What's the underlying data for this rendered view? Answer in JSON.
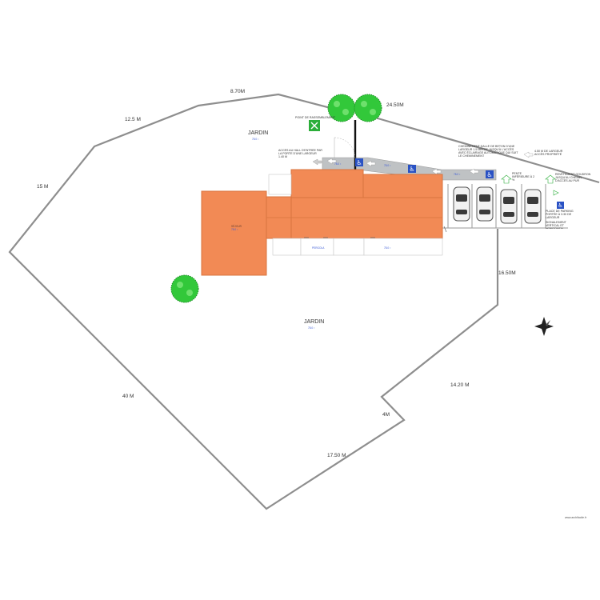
{
  "dimensions": {
    "d1": "8.70M",
    "d2": "12.5 M",
    "d3": "24.50M",
    "d4": "15 M",
    "d5": "16.50M",
    "d6": "40 M",
    "d7": "14.20 M",
    "d8": "4M",
    "d9": "17.50 M"
  },
  "zones": {
    "garden_top": "JARDIN",
    "garden_top_area": "78.0 ²",
    "garden_bottom": "JARDIN",
    "garden_bottom_area": "78.0 ²",
    "main_room": "SÉJOUR",
    "main_room_area": "78.0 ²",
    "room_a": "PERGOLA",
    "room_b": "78.0 ²",
    "path_a": "78.0 ²",
    "path_b": "78.0 ²",
    "path_c": "78.0 ²"
  },
  "notes": {
    "assembly_point": "POINT DE RASSEMBLEMENT",
    "hall_access": "ACCÈS AU HALL D'ENTRÉE PAR LA PORTE D'UNE LARGEUR 1.40 M",
    "ramp": "CHEMINEMENT DALLÉ DE BÉTON D'UNE LARGEUR 1.5 MÈTRE JUSQU'À L'ACCÈS AVEC ÉCLAIRAGE AUTOMATIQUE QUI SUIT LE CHEMINEMENT",
    "width_access": "4.50 M DE LARGEUR ACCÈS PROPRIÉTÉ",
    "slope": "PENTE INFÉRIEURE À 2 %",
    "parking_note": "REVÊTEMENT GOUDRON JUSQU'AU CHEMIN D'ACCÈS AU PUR",
    "parking_width": "PLACE DE PARKING PORTÉE À 3.30 DE LARGEUR",
    "signage": "SIGNALEMENT VERTICAL ET HORIZONTAL"
  },
  "footer": "www.archifacile.fr",
  "colors": {
    "building": "#f28a55",
    "building_stroke": "#d8743f",
    "boundary": "#8e8e8e",
    "ramp": "#bfc2c4",
    "tree": "#32c83a",
    "accessibility": "#2a52c4",
    "assembly": "#2cae3a"
  },
  "icons": [
    "tree-icon",
    "wheelchair-icon",
    "car-icon",
    "assembly-point-icon",
    "compass-rose-icon",
    "arrow-icon"
  ]
}
